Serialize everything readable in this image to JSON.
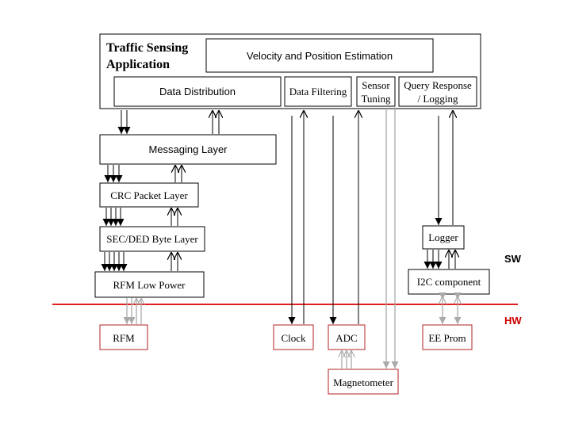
{
  "app": {
    "title_line1": "Traffic Sensing",
    "title_line2": "Application",
    "modules": {
      "velocity": "Velocity and Position Estimation",
      "distribution": "Data Distribution",
      "filtering": "Data Filtering",
      "sensor_l1": "Sensor",
      "sensor_l2": "Tuning",
      "query_l1": "Query Response",
      "query_l2": "/ Logging"
    }
  },
  "layers": {
    "messaging": "Messaging Layer",
    "crc": "CRC Packet Layer",
    "secded": "SEC/DED Byte Layer",
    "rfm_low_power": "RFM Low Power",
    "logger": "Logger",
    "i2c": "I2C component"
  },
  "hardware": {
    "rfm": "RFM",
    "clock": "Clock",
    "adc": "ADC",
    "eeprom": "EE Prom",
    "magnetometer": "Magnetometer"
  },
  "boundary": {
    "sw_label": "SW",
    "hw_label": "HW",
    "line_color": "#e02020",
    "label_color": "#cc0000",
    "hw_box_color": "#b22222"
  }
}
